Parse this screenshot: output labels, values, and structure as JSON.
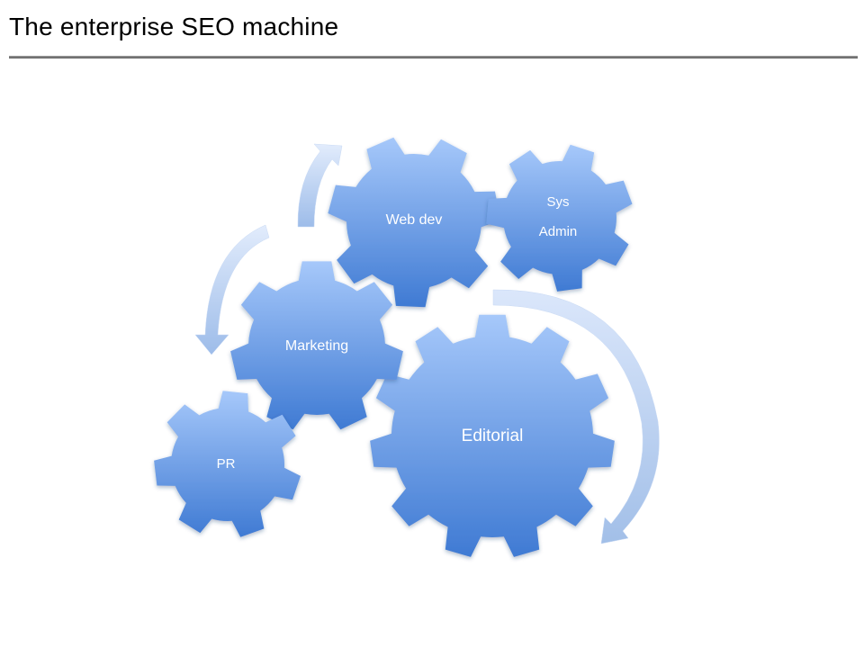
{
  "title": "The enterprise SEO machine",
  "gears": {
    "editorial": "Editorial",
    "marketing": "Marketing",
    "web_dev": "Web dev",
    "sys_admin_line1": "Sys",
    "sys_admin_line2": "Admin",
    "pr": "PR"
  },
  "colors": {
    "gear_light": "#a6c8fa",
    "gear_dark": "#3f7ad3",
    "arrow_light": "#dce8fb",
    "arrow_dark": "#9dbce9"
  }
}
